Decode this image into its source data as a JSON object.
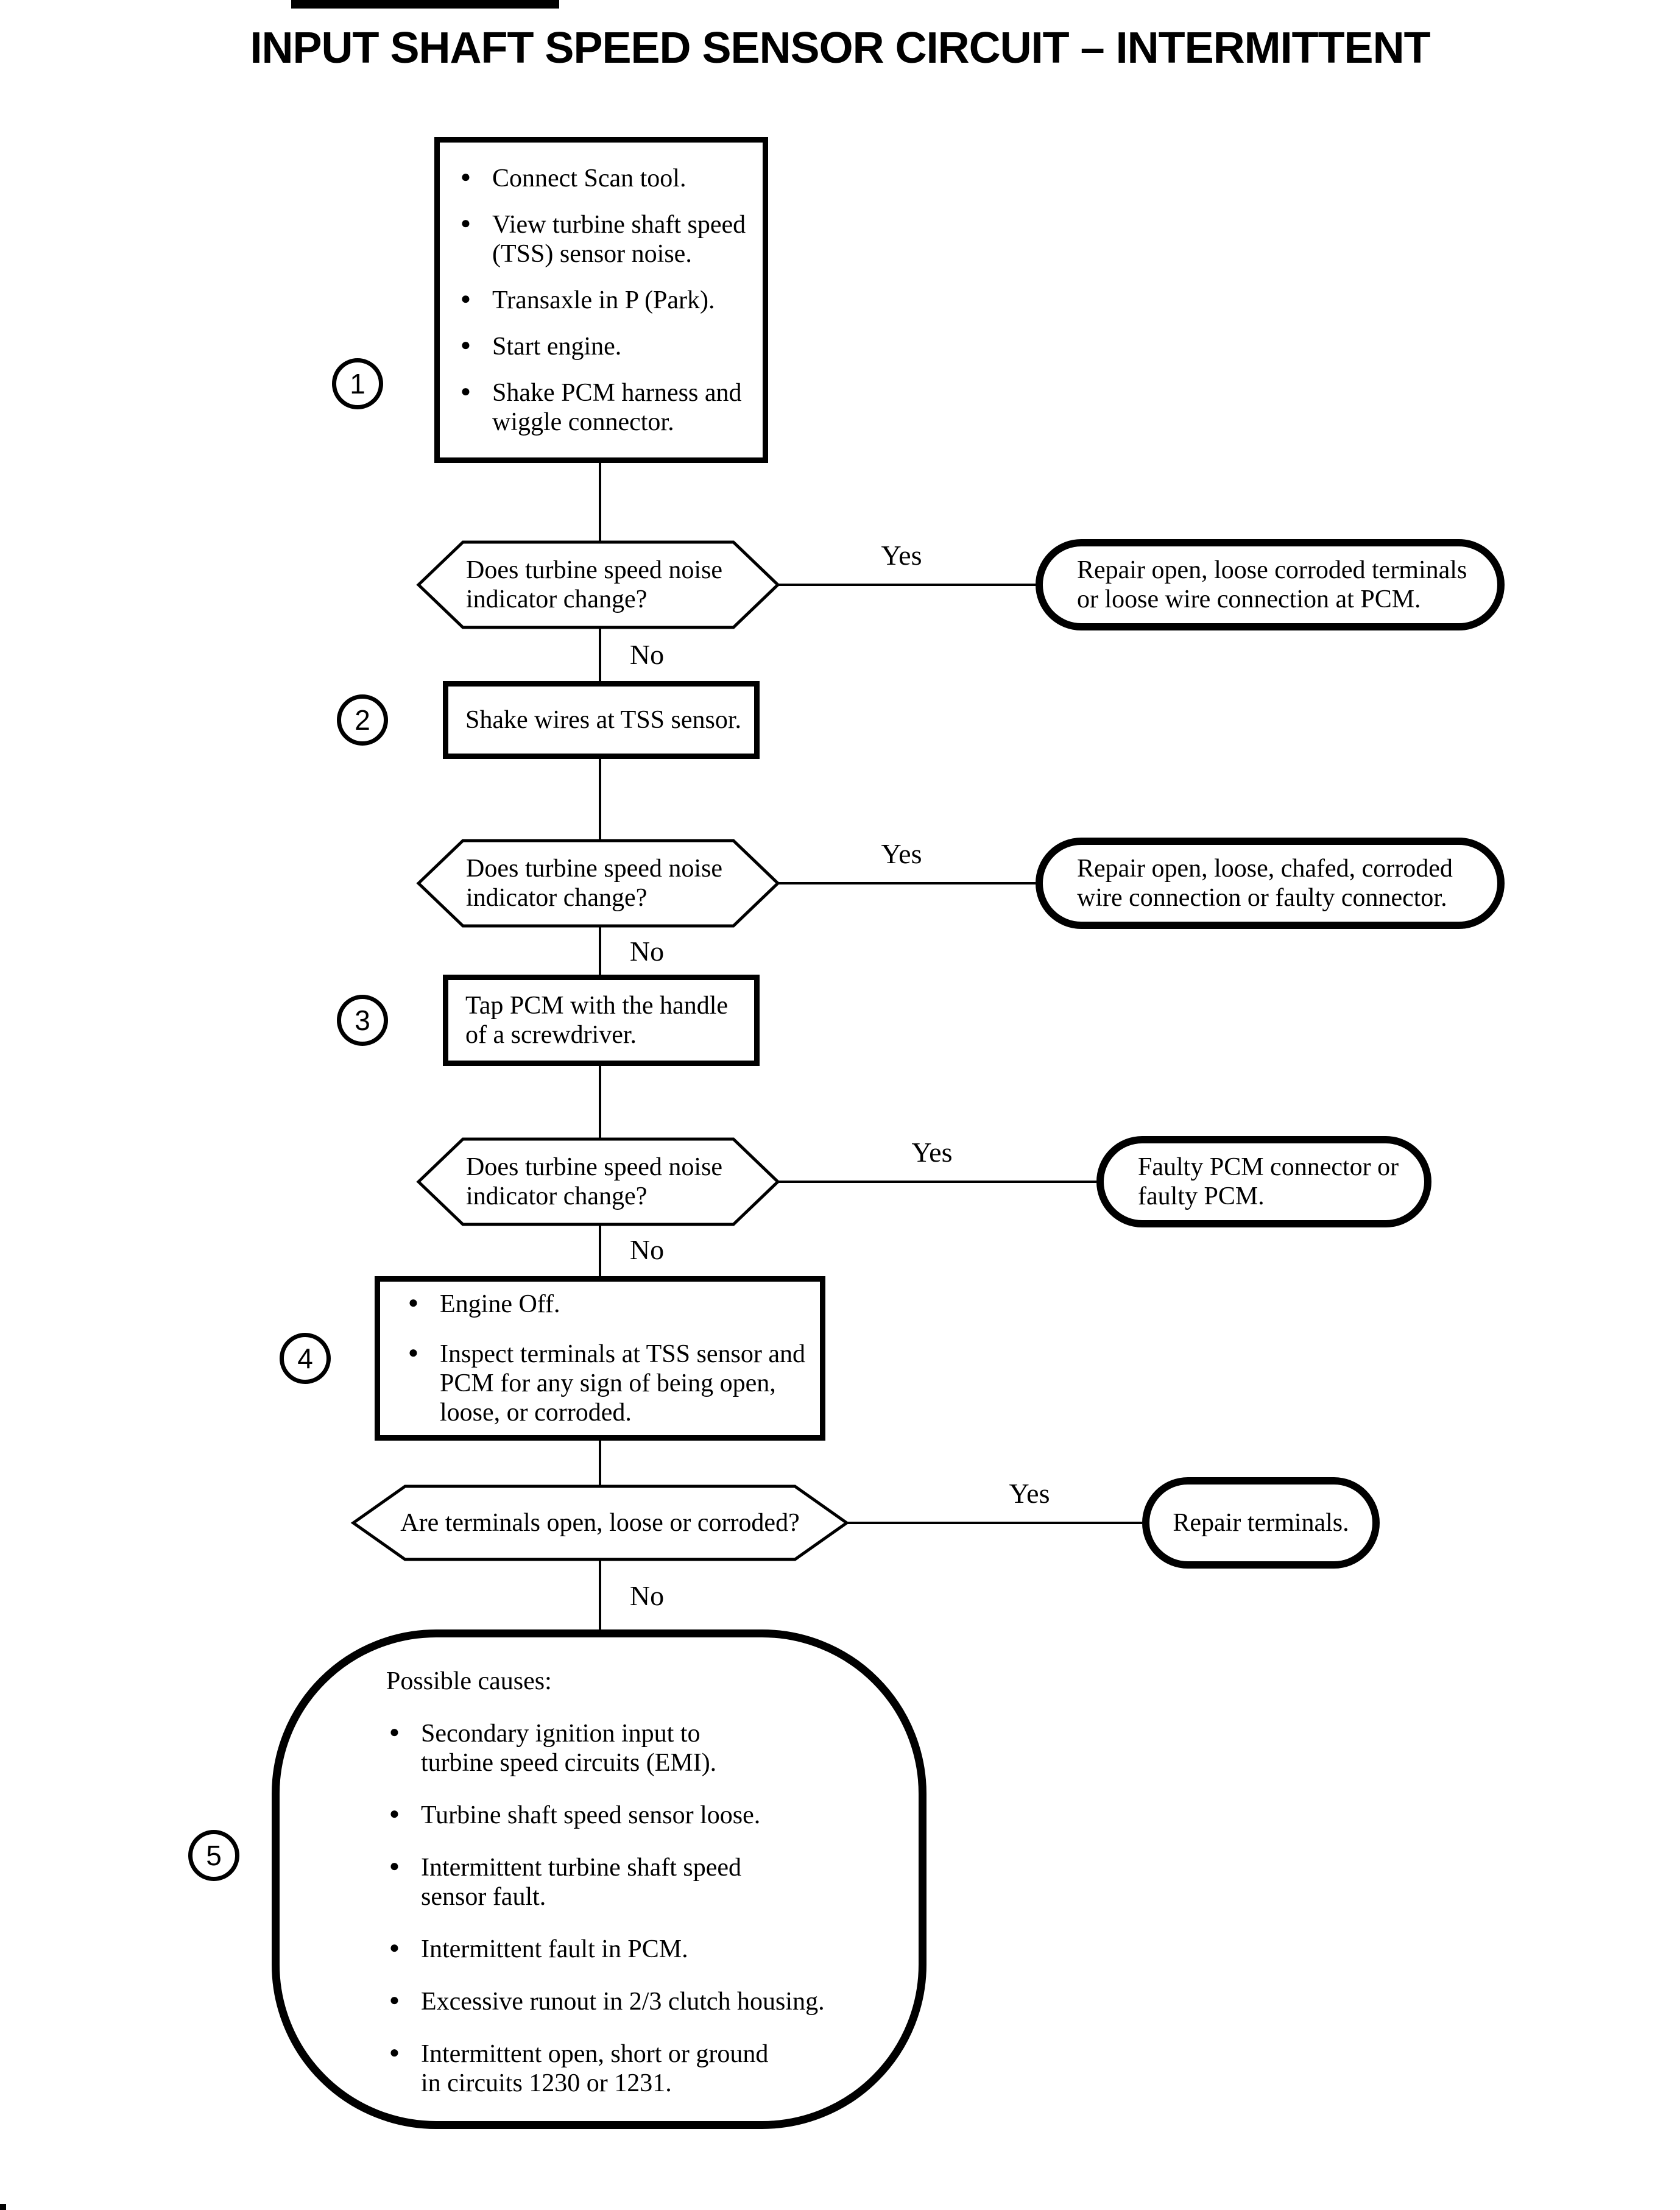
{
  "page": {
    "title": "INPUT SHAFT SPEED SENSOR CIRCUIT – INTERMITTENT"
  },
  "steps": [
    {
      "num": "1",
      "bullets": [
        "Connect Scan tool.",
        "View turbine shaft speed\n(TSS) sensor noise.",
        "Transaxle in P (Park).",
        "Start engine.",
        "Shake PCM harness and\nwiggle connector."
      ]
    },
    {
      "num": "2",
      "label": "Shake wires at TSS sensor."
    },
    {
      "num": "3",
      "label": "Tap PCM with the handle\nof a screwdriver."
    },
    {
      "num": "4",
      "bullets": [
        "Engine Off.",
        "Inspect terminals at TSS sensor and\nPCM for any sign of being open,\nloose, or corroded."
      ]
    },
    {
      "num": "5",
      "heading": "Possible causes:",
      "bullets": [
        "Secondary ignition input to\nturbine speed circuits (EMI).",
        "Turbine shaft speed sensor loose.",
        "Intermittent turbine shaft speed\nsensor fault.",
        "Intermittent fault in PCM.",
        "Excessive runout in 2/3 clutch housing.",
        "Intermittent open, short or ground\nin circuits 1230 or 1231."
      ]
    }
  ],
  "decisions": [
    {
      "question": "Does turbine speed noise\nindicator change?",
      "yes_label": "Yes",
      "no_label": "No",
      "result": "Repair open, loose corroded terminals\nor loose wire connection at PCM."
    },
    {
      "question": "Does turbine speed noise\nindicator change?",
      "yes_label": "Yes",
      "no_label": "No",
      "result": "Repair open, loose, chafed, corroded\nwire connection or faulty connector."
    },
    {
      "question": "Does turbine speed noise\nindicator change?",
      "yes_label": "Yes",
      "no_label": "No",
      "result": "Faulty PCM connector or\nfaulty PCM."
    },
    {
      "question": "Are terminals open, loose or corroded?",
      "yes_label": "Yes",
      "no_label": "No",
      "result": "Repair terminals."
    }
  ],
  "colors": {
    "ink": "#000000",
    "paper": "#ffffff"
  }
}
